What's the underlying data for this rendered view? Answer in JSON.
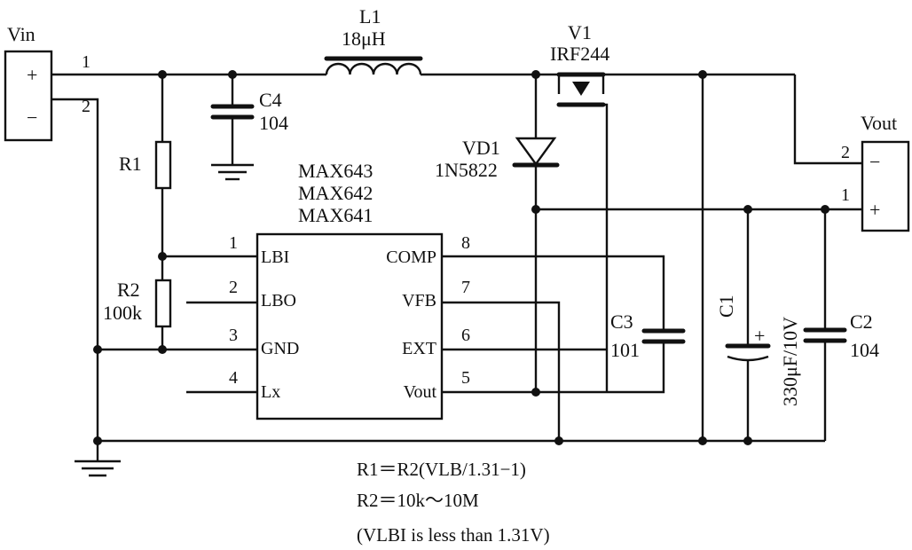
{
  "vin": {
    "label": "Vin",
    "plus": "+",
    "minus": "−",
    "pin1": "1",
    "pin2": "2"
  },
  "vout": {
    "label": "Vout",
    "minus": "−",
    "plus": "+",
    "pin2": "2",
    "pin1": "1"
  },
  "l1": {
    "name": "L1",
    "value": "18μH"
  },
  "v1": {
    "name": "V1",
    "part": "IRF244"
  },
  "c4": {
    "name": "C4",
    "value": "104"
  },
  "r1": {
    "name": "R1"
  },
  "r2": {
    "name": "R2",
    "value": "100k"
  },
  "vd1": {
    "name": "VD1",
    "part": "1N5822"
  },
  "ic": {
    "names": [
      "MAX643",
      "MAX642",
      "MAX641"
    ],
    "left_pins": [
      {
        "num": "1",
        "label": "LBI"
      },
      {
        "num": "2",
        "label": "LBO"
      },
      {
        "num": "3",
        "label": "GND"
      },
      {
        "num": "4",
        "label": "Lx"
      }
    ],
    "right_pins": [
      {
        "num": "8",
        "label": "COMP"
      },
      {
        "num": "7",
        "label": "VFB"
      },
      {
        "num": "6",
        "label": "EXT"
      },
      {
        "num": "5",
        "label": "Vout"
      }
    ]
  },
  "c3": {
    "name": "C3",
    "value": "101"
  },
  "c1": {
    "name": "C1",
    "plus": "+",
    "value": "330μF/10V"
  },
  "c2": {
    "name": "C2",
    "value": "104"
  },
  "notes": [
    "R1＝R2(VLB/1.31−1)",
    "R2＝10k～10M",
    "(VLBI is less than 1.31V)"
  ]
}
